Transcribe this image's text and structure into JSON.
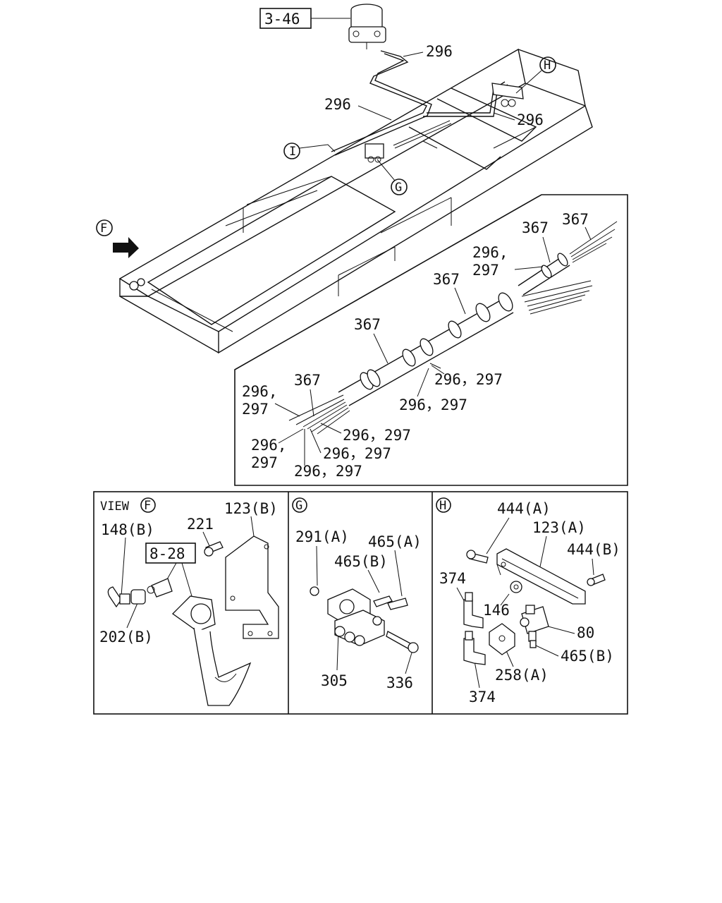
{
  "main_diagram": {
    "ref_box_top": "3-46",
    "callout_top": "296",
    "callout_left": "296",
    "callout_right": "296",
    "circle_h": "H",
    "circle_i": "I",
    "circle_g": "G",
    "circle_f": "F"
  },
  "harness_inset": {
    "labels": {
      "a": "367",
      "b": "367",
      "c": "296,",
      "d": "297",
      "e": "367",
      "f": "367",
      "g": "296，297",
      "h": "296，297",
      "i": "296,",
      "j": "297",
      "k": "367",
      "l": "296，297",
      "m": "296,",
      "n": "297",
      "o": "296，297",
      "p": "296，297"
    }
  },
  "view_f": {
    "title": "VIEW",
    "circle": "F",
    "labels": {
      "a": "123(B)",
      "b": "148(B)",
      "c": "221",
      "d": "8-28",
      "e": "202(B)"
    }
  },
  "view_g": {
    "circle": "G",
    "labels": {
      "a": "291(A)",
      "b": "465(A)",
      "c": "465(B)",
      "d": "305",
      "e": "336"
    }
  },
  "view_h": {
    "circle": "H",
    "labels": {
      "a": "444(A)",
      "b": "123(A)",
      "c": "444(B)",
      "d": "374",
      "e": "146",
      "f": "80",
      "g": "465(B)",
      "h": "258(A)",
      "i": "374"
    }
  }
}
